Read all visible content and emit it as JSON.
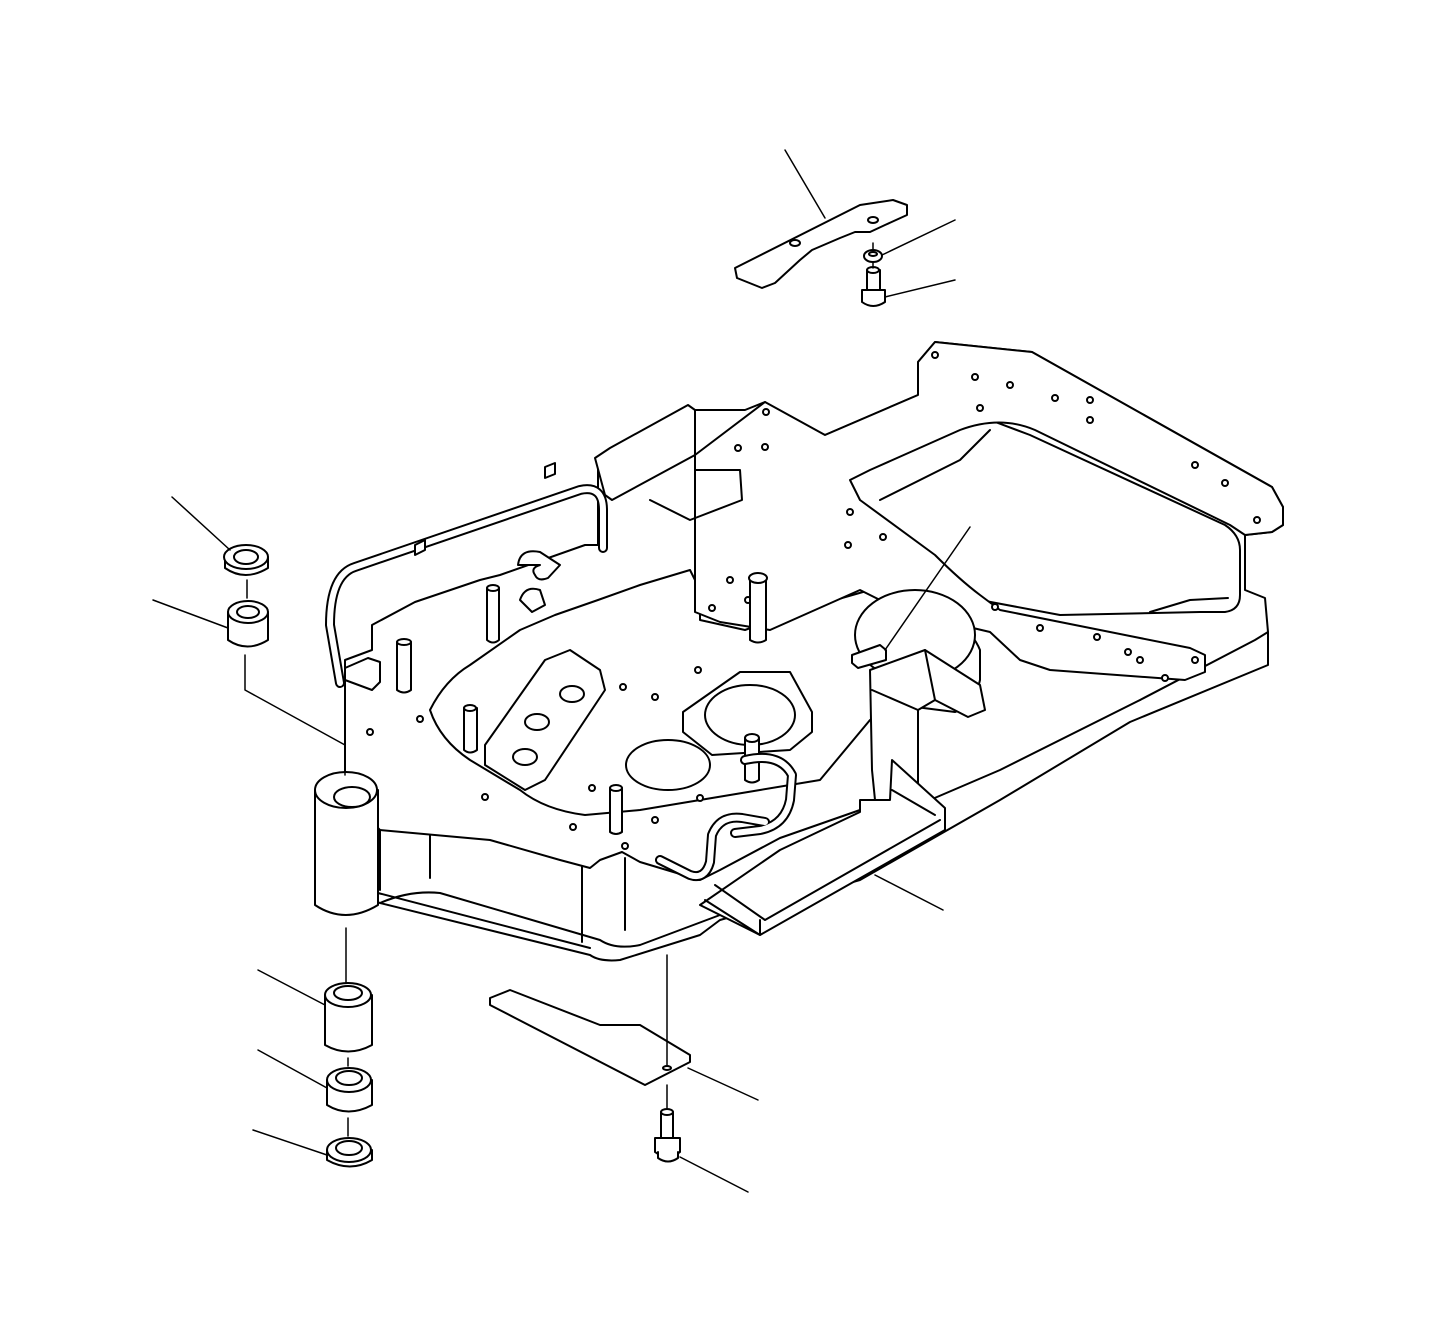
{
  "diagram": {
    "type": "exploded-parts-diagram",
    "subject": "",
    "parts": [
      {
        "name": "upper-cover-plate",
        "callout": ""
      },
      {
        "name": "washer-upper",
        "callout": ""
      },
      {
        "name": "bolt-upper",
        "callout": ""
      },
      {
        "name": "bushing-top-cap",
        "callout": ""
      },
      {
        "name": "bushing-top",
        "callout": ""
      },
      {
        "name": "bushing-lower-long",
        "callout": ""
      },
      {
        "name": "bushing-lower-short",
        "callout": ""
      },
      {
        "name": "bushing-bottom-cap",
        "callout": ""
      },
      {
        "name": "lower-cover-plate",
        "callout": ""
      },
      {
        "name": "bolt-lower",
        "callout": ""
      },
      {
        "name": "revolving-frame",
        "callout": ""
      },
      {
        "name": "fuel-tank-bracket",
        "callout": ""
      },
      {
        "name": "center-pad",
        "callout": ""
      }
    ],
    "colors": {
      "stroke": "#000000",
      "fill": "#ffffff",
      "background": "#ffffff"
    }
  }
}
